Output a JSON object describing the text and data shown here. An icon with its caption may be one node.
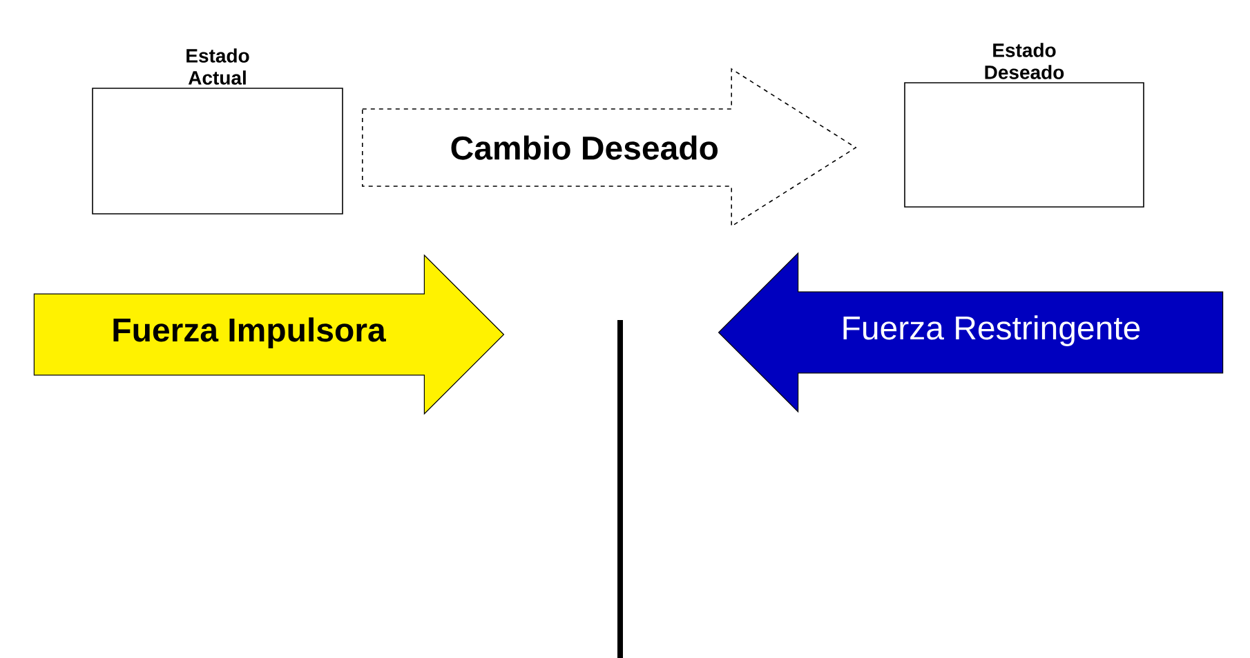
{
  "diagram": {
    "nodes": [
      {
        "text": [
          "Estado Actual"
        ]
      },
      {
        "text": [
          "Estado Deseado"
        ]
      },
      {
        "text": [
          "Fuerza Impulsora"
        ]
      },
      {
        "text": [
          "Fuerza Restringente"
        ]
      }
    ],
    "edges": [
      {
        "from": 0,
        "to": 1,
        "arrow": "to",
        "label": "Cambio Deseado",
        "style": "dashed"
      }
    ]
  }
}
